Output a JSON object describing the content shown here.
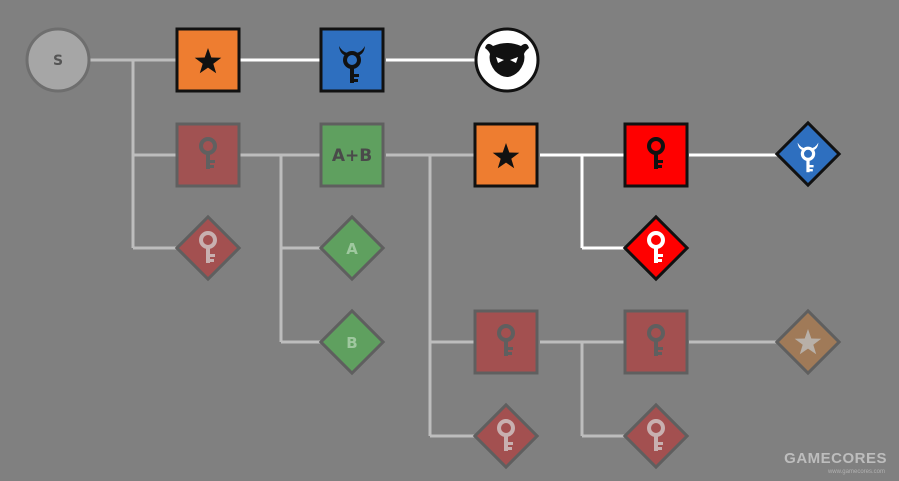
{
  "nodes": {
    "start": {
      "label": "S"
    },
    "combo": {
      "label": "A+B"
    },
    "switch_a": {
      "label": "A"
    },
    "switch_b": {
      "label": "B"
    }
  },
  "colors": {
    "background": "#808080",
    "active_path": "#ffffff",
    "inactive_path": "#bdbdbd",
    "orange": "#ee7d30",
    "blue": "#2e6fbf",
    "red": "#ff0000",
    "muted_red": "#a35050",
    "muted_green": "#5fa05f",
    "muted_orange": "#a07a58",
    "gray_node": "#a6a6a6"
  },
  "icons": [
    "star-icon",
    "key-icon",
    "boss-key-icon",
    "boss-icon"
  ],
  "watermark": {
    "text": "GAMECORES",
    "subtext": "www.gamecores.com"
  }
}
